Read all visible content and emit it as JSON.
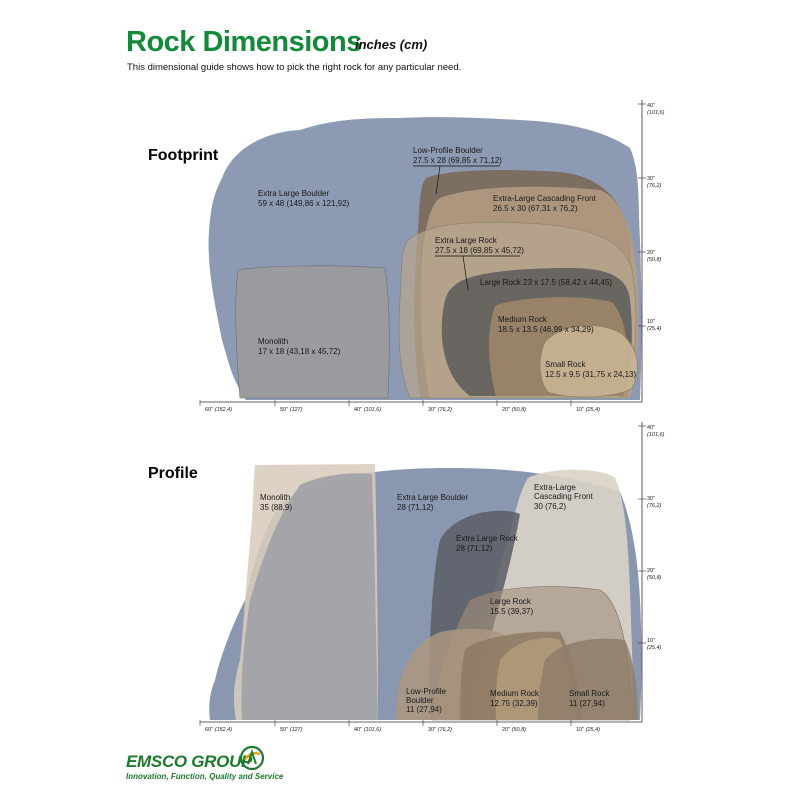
{
  "header": {
    "title": "Rock Dimensions",
    "units": "inches (cm)",
    "subtitle": "This dimensional guide shows how to pick the right rock for any particular need."
  },
  "sections": {
    "footprint": "Footprint",
    "profile": "Profile"
  },
  "footprint": {
    "rocks": [
      {
        "name": "Extra Large Boulder",
        "dims": "59 x 48 (149,86 x 121,92)"
      },
      {
        "name": "Low-Profile Boulder",
        "dims": "27.5 x 28 (69,85 x 71,12)"
      },
      {
        "name": "Extra-Large Cascading Front",
        "dims": "26.5 x 30 (67,31 x 76,2)"
      },
      {
        "name": "Extra Large Rock",
        "dims": "27.5 x 18 (69,85 x 45,72)"
      },
      {
        "name": "Large Rock  23 x 17.5 (58,42 x 44,45)",
        "dims": ""
      },
      {
        "name": "Medium Rock",
        "dims": "18.5 x 13.5 (46,99 x 34,29)"
      },
      {
        "name": "Small Rock",
        "dims": "12.5 x 9.5 (31,75 x 24,13)"
      },
      {
        "name": "Monolith",
        "dims": "17 x 18 (43,18 x 45,72)"
      }
    ]
  },
  "profile": {
    "rocks": [
      {
        "name": "Monolith",
        "dims": "35 (88,9)"
      },
      {
        "name": "Extra Large Boulder",
        "dims": "28 (71,12)"
      },
      {
        "name": "Extra-Large",
        "name2": "Cascading Front",
        "dims": "30 (76,2)"
      },
      {
        "name": "Extra Large Rock",
        "dims": "28 (71,12)"
      },
      {
        "name": "Large Rock",
        "dims": "15.5 (39,37)"
      },
      {
        "name": "Low-Profile",
        "name2": "Boulder",
        "dims": "11 (27,94)"
      },
      {
        "name": "Medium Rock",
        "dims": "12.75 (32,39)"
      },
      {
        "name": "Small Rock",
        "dims": "11 (27,94)"
      }
    ]
  },
  "axes": {
    "x_ticks": [
      {
        "in": "60\"",
        "cm": "(152,4)"
      },
      {
        "in": "50\"",
        "cm": "(127)"
      },
      {
        "in": "40\"",
        "cm": "(101,6)"
      },
      {
        "in": "30\"",
        "cm": "(76,2)"
      },
      {
        "in": "20\"",
        "cm": "(50,8)"
      },
      {
        "in": "10\"",
        "cm": "(25,4)"
      }
    ],
    "y_ticks": [
      {
        "in": "40\"",
        "cm": "(101,6)"
      },
      {
        "in": "30\"",
        "cm": "(76,2)"
      },
      {
        "in": "20\"",
        "cm": "(50,8)"
      },
      {
        "in": "10\"",
        "cm": "(25,4)"
      }
    ]
  },
  "brand": {
    "logo": "EMSCO GROUP",
    "tagline": "Innovation, Function, Quality and Service"
  },
  "colors": {
    "title_green": "#138a3a",
    "boulder_blue": "#7d8ca8",
    "monolith_gray": "#9b9b9d",
    "tan": "#c8b49a",
    "brown": "#7a6a58"
  }
}
